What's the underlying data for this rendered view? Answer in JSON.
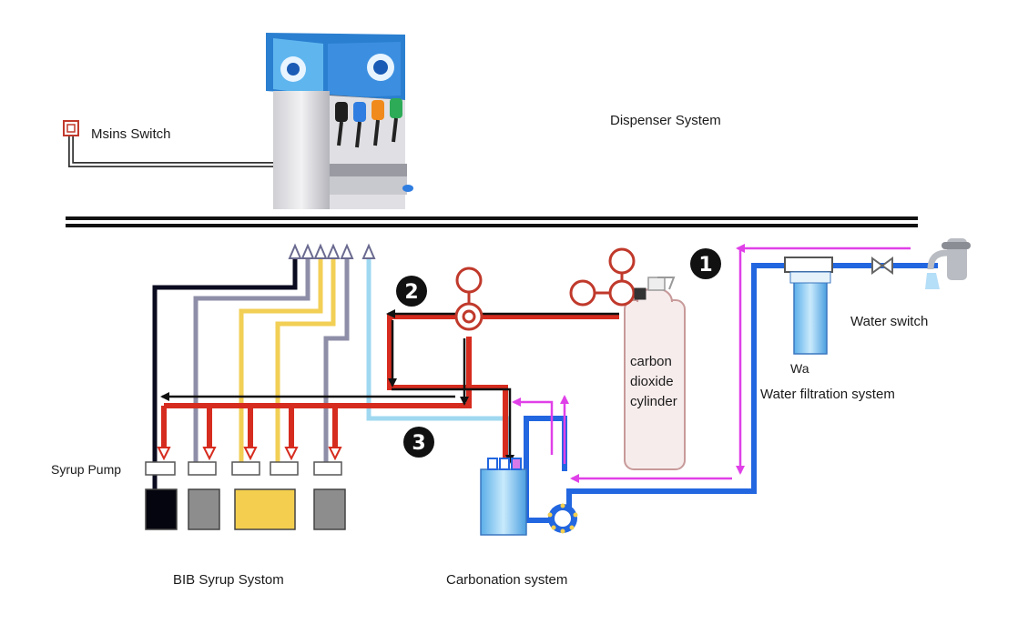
{
  "labels": {
    "mains_switch": "Msins Switch",
    "dispenser_system": "Dispenser System",
    "water_switch": "Water switch",
    "water_filtration": "Water filtration system",
    "water_filter_tag": "Wa",
    "co2_line1": "carbon",
    "co2_line2": "dioxide",
    "co2_line3": "cylinder",
    "syrup_pump": "Syrup Pump",
    "bib_system": "BIB Syrup Systom",
    "carbonation_system": "Carbonation system"
  },
  "markers": {
    "m1": "1",
    "m2": "2",
    "m3": "3"
  },
  "colors": {
    "co2_line": "#d62c1f",
    "water_line": "#2266e0",
    "flow_arrow": "#e040e8",
    "carbonated_line": "#9fd8f0",
    "syrup_black": "#0b0b20",
    "syrup_grey": "#8e8ea8",
    "syrup_yellow": "#f2cf55",
    "cylinder": "#f7ecec"
  },
  "syrup_boxes": [
    {
      "color": "#05050f",
      "label": ""
    },
    {
      "color": "#8d8d8d",
      "label": ""
    },
    {
      "color": "#f4cf4f",
      "label": ""
    },
    {
      "color": "#8d8d8d",
      "label": ""
    }
  ]
}
